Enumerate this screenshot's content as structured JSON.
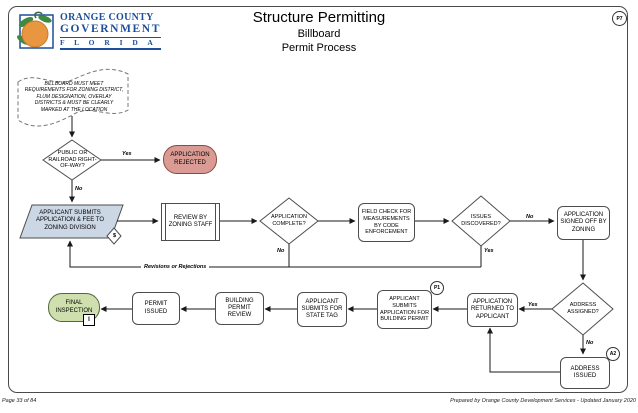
{
  "colors": {
    "rejected_fill": "#d99b94",
    "rejected_border": "#8c4a42",
    "submit_fill": "#ccd7e6",
    "final_fill": "#cfe0ae",
    "shape_border": "#4d4d4d",
    "logo_blue": "#1c4f9c",
    "logo_orange": "#e8963f",
    "logo_green": "#3d8b41"
  },
  "header": {
    "logo_line1": "ORANGE COUNTY",
    "logo_line2": "GOVERNMENT",
    "logo_line3": "F L O R I D A",
    "title": "Structure Permitting",
    "subtitle_line1": "Billboard",
    "subtitle_line2": "Permit Process"
  },
  "page_refs": {
    "top_right": "P7",
    "building_permit": "P1",
    "address": "A2"
  },
  "nodes": {
    "note": "BILLBOARD MUST MEET\nREQUIREMENTS FOR ZONING DISTRICT,\nFLUM DESIGNATION, OVERLAY\nDISTRICTS & MUST BE CLEARLY\nMARKED AT THE LOCATION",
    "right_of_way": "PUBLIC OR\nRAILROAD RIGHT-\nOF-WAY?",
    "rejected": "APPLICATION\nREJECTED",
    "submit": "APPLICANT SUBMITS\nAPPLICATION & FEE TO\nZONING DIVISION",
    "fee_symbol": "$",
    "review": "REVIEW BY\nZONING STAFF",
    "complete": "APPLICATION\nCOMPLETE?",
    "field_check": "FIELD CHECK FOR\nMEASUREMENTS\nBY CODE\nENFORCEMENT",
    "issues": "ISSUES\nDISCOVERED?",
    "signed_off": "APPLICATION\nSIGNED OFF BY\nZONING",
    "final_inspection": "FINAL\nINSPECTION",
    "inspection_symbol": "I",
    "permit_issued": "PERMIT\nISSUED",
    "building_review": "BUILDING\nPERMIT REVIEW",
    "state_tag": "APPLICANT\nSUBMITS FOR\nSTATE TAG",
    "building_permit": "APPLICANT\nSUBMITS\nAPPLICATION FOR\nBUILDING PERMIT",
    "returned": "APPLICATION\nRETURNED TO\nAPPLICANT",
    "address_assigned": "ADDRESS\nASSIGNED?",
    "address_issued": "ADDRESS\nISSUED"
  },
  "edges": {
    "yes": "Yes",
    "no": "No",
    "revisions": "Revisions or Rejections"
  },
  "footer": {
    "left": "Page 33 of 84",
    "right": "Prepared by Orange County Development Services - Updated January 2020"
  }
}
